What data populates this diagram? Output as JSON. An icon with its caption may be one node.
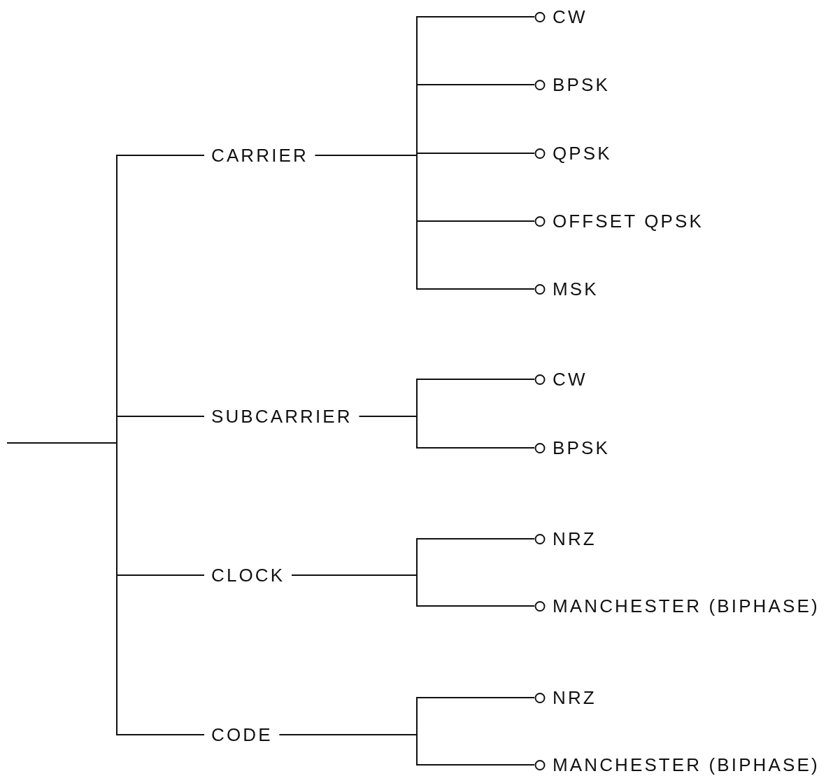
{
  "diagram": {
    "nodes": [
      {
        "text": [
          "CARRIER"
        ]
      },
      {
        "text": [
          "SUBCARRIER"
        ]
      },
      {
        "text": [
          "CLOCK"
        ]
      },
      {
        "text": [
          "CODE"
        ]
      },
      {
        "text": [
          "CW"
        ]
      },
      {
        "text": [
          "BPSK"
        ]
      },
      {
        "text": [
          "QPSK"
        ]
      },
      {
        "text": [
          "OFFSET QPSK"
        ]
      },
      {
        "text": [
          "MSK"
        ]
      },
      {
        "text": [
          "CW"
        ]
      },
      {
        "text": [
          "BPSK"
        ]
      },
      {
        "text": [
          "NRZ"
        ]
      },
      {
        "text": [
          "MANCHESTER (BIPHASE)"
        ]
      },
      {
        "text": [
          "NRZ"
        ]
      },
      {
        "text": [
          "MANCHESTER (BIPHASE)"
        ]
      }
    ],
    "edges": [
      {
        "from": null,
        "to": 0,
        "arrow": "none"
      },
      {
        "from": null,
        "to": 1,
        "arrow": "none"
      },
      {
        "from": null,
        "to": 2,
        "arrow": "none"
      },
      {
        "from": null,
        "to": 3,
        "arrow": "none"
      },
      {
        "from": 0,
        "to": 4,
        "arrow": "none"
      },
      {
        "from": 0,
        "to": 5,
        "arrow": "none"
      },
      {
        "from": 0,
        "to": 6,
        "arrow": "none"
      },
      {
        "from": 0,
        "to": 7,
        "arrow": "none"
      },
      {
        "from": 0,
        "to": 8,
        "arrow": "none"
      },
      {
        "from": 1,
        "to": 9,
        "arrow": "none"
      },
      {
        "from": 1,
        "to": 10,
        "arrow": "none"
      },
      {
        "from": 2,
        "to": 11,
        "arrow": "none"
      },
      {
        "from": 2,
        "to": 12,
        "arrow": "none"
      },
      {
        "from": 3,
        "to": 13,
        "arrow": "none"
      },
      {
        "from": 3,
        "to": 14,
        "arrow": "none"
      }
    ]
  }
}
